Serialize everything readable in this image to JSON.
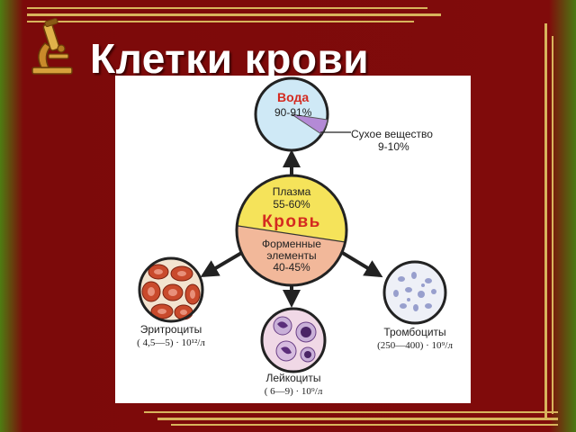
{
  "slide": {
    "title": "Клетки крови"
  },
  "colors": {
    "background": "#800b0b",
    "accent_gold": "#d8b45c",
    "blood_red": "#d42a20",
    "plasma_yellow": "#f5e35a",
    "elements_peach": "#f2b89a",
    "water_blue": "#cfe9f6",
    "dry_purple": "#b48ad6"
  },
  "diagram": {
    "water": {
      "label": "Вода",
      "value": "90-91%"
    },
    "dry_matter": {
      "label": "Сухое вещество",
      "value": "9-10%"
    },
    "center": {
      "plasma_label": "Плазма",
      "plasma_value": "55-60%",
      "title": "Кровь",
      "elements_label_line1": "Форменные",
      "elements_label_line2": "элементы",
      "elements_value": "40-45%"
    },
    "erythrocytes": {
      "label": "Эритроциты",
      "count": "( 4,5—5) · 10¹²/л"
    },
    "leukocytes": {
      "label": "Лейкоциты",
      "count": "( 6—9) · 10⁹/л"
    },
    "thrombocytes": {
      "label": "Тромбоциты",
      "count": "(250—400) · 10⁹/л"
    }
  }
}
